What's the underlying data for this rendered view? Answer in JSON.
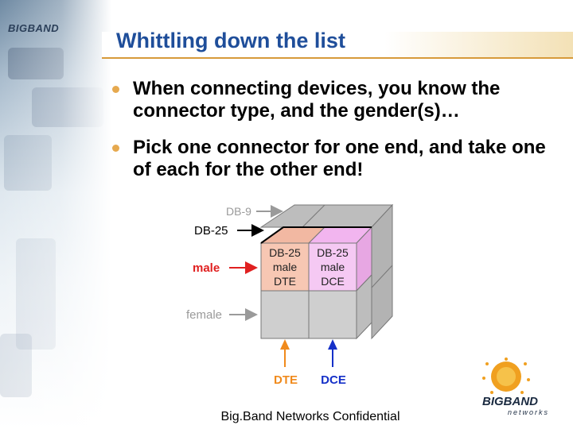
{
  "slide": {
    "title": "Whittling down the list",
    "bullets": [
      "When connecting devices, you know the connector type, and the gender(s)…",
      "Pick one connector for one end, and take one of each for the other end!"
    ],
    "footer": "Big.Band Networks Confidential"
  },
  "diagram": {
    "labels": {
      "db9": "DB-9",
      "db25": "DB-25",
      "male": "male",
      "female": "female",
      "dte": "DTE",
      "dce": "DCE"
    },
    "cells": {
      "dte_cell": [
        "DB-25",
        "male",
        "DTE"
      ],
      "dce_cell": [
        "DB-25",
        "male",
        "DCE"
      ]
    }
  },
  "logo": {
    "side_text": "BIGBAND",
    "brand_big": "BIGBAND",
    "brand_small": "networks"
  },
  "colors": {
    "title": "#1f4e9a",
    "accent_line": "#d79a3a",
    "bullet_dot": "#e6a94f",
    "male_red": "#e02020",
    "dte_orange": "#f08a1c",
    "dce_blue": "#1530c8",
    "dte_cell": "#f7c7b3",
    "dce_cell": "#f5c9f3",
    "grey_cell": "#cfcfcf"
  }
}
